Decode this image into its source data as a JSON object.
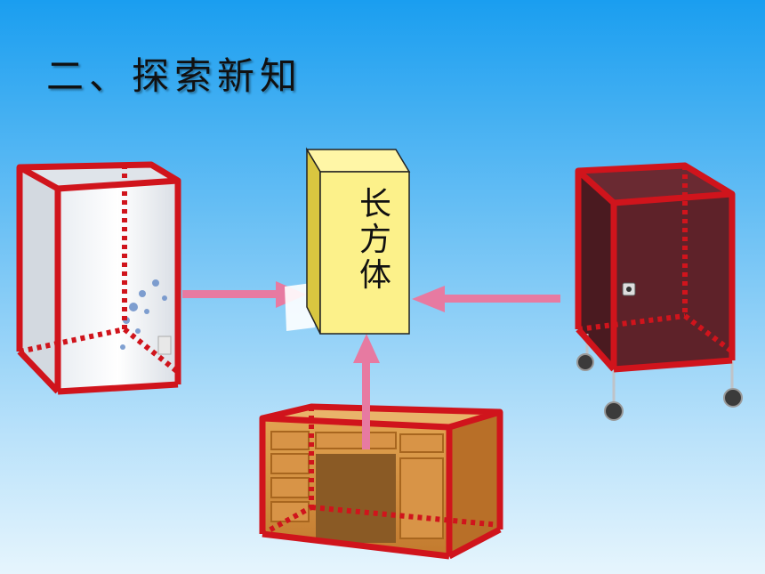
{
  "slide": {
    "title": "二、探索新知",
    "center_label": [
      "长",
      "方",
      "体"
    ]
  },
  "objects": [
    {
      "name": "freezer",
      "icon": "chest-freezer-image"
    },
    {
      "name": "desk",
      "icon": "wooden-desk-image"
    },
    {
      "name": "cabinet",
      "icon": "rolling-cabinet-image"
    }
  ],
  "colors": {
    "outline": "#d0141c",
    "arrow": "#e77aa1",
    "cuboid_front": "#fcf18a",
    "cuboid_side": "#d9c640",
    "cuboid_top": "#fff6a6"
  }
}
